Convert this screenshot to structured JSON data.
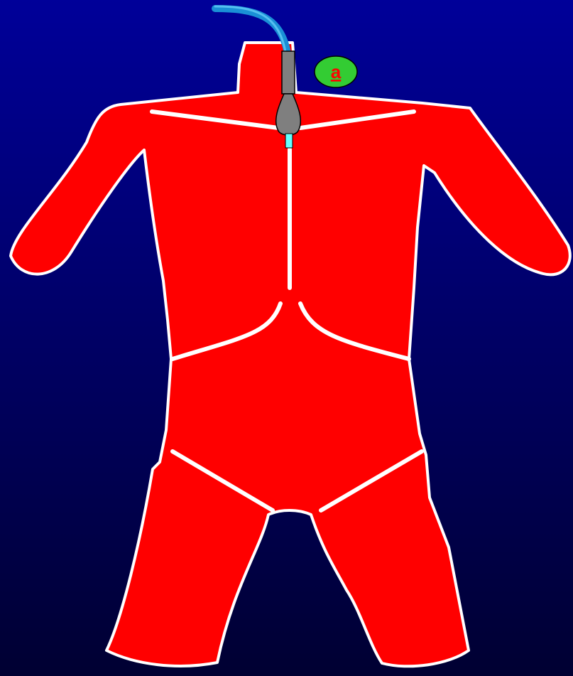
{
  "diagram": {
    "marker_label": "a",
    "colors": {
      "background_top": "#000099",
      "background_bottom": "#000032",
      "body_fill": "#ff0000",
      "outline": "#ffffff",
      "marker_fill": "#33cc33",
      "marker_text": "#ff0000",
      "tube_blue": "#1a8fd6",
      "tube_gray": "#7f7f7f",
      "tube_tip": "#66ffff"
    },
    "icons": [
      "body-silhouette",
      "tube-icon",
      "marker-badge"
    ]
  }
}
